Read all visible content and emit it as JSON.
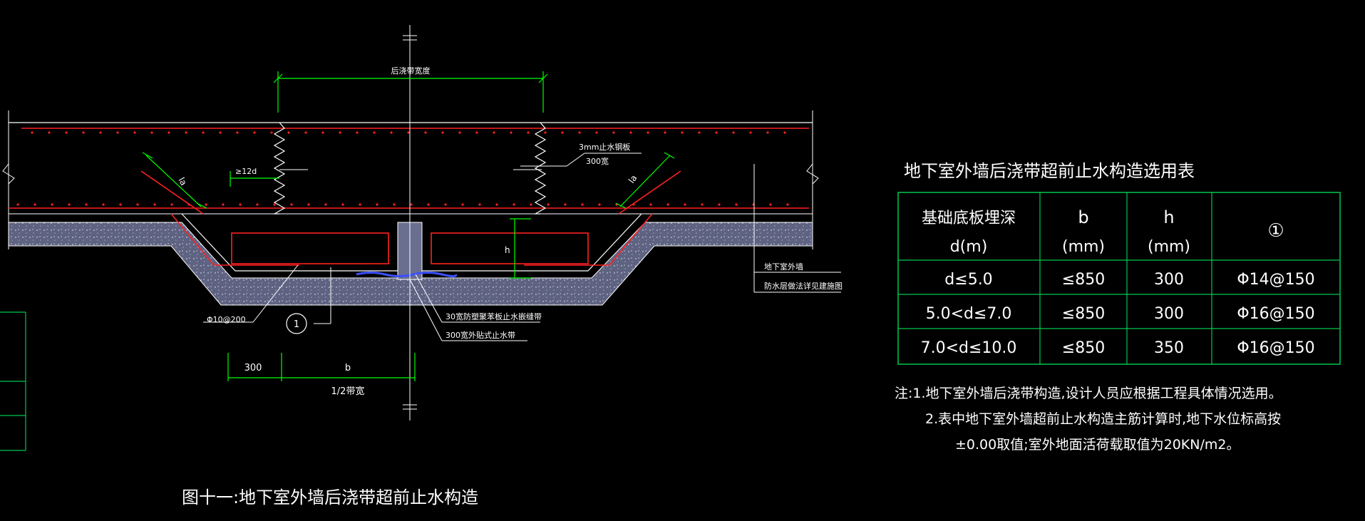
{
  "drawing": {
    "caption": "图十一:地下室外墙后浇带超前止水构造",
    "dims": {
      "top_width_label": "后浇带宽度",
      "half_band_label": "1/2带宽",
      "dim_300": "300",
      "dim_b": "b",
      "dim_h": "h",
      "la_left": "la",
      "la_right": "la"
    },
    "labels": {
      "anchor_12d": "≥12d",
      "steel_plate": "3mm止水钢板",
      "steel_plate_width": "300宽",
      "rebar_phi10": "Φ10@200",
      "marker_1": "1",
      "sealant": "30宽防塑聚苯板止水嵌缝带",
      "waterstop": "300宽外贴式止水带",
      "outer_wall": "地下室外墙",
      "waterproof_note": "防水层做法详见建施图"
    }
  },
  "table": {
    "title": "地下室外墙后浇带超前止水构造选用表",
    "headers": [
      [
        "基础底板埋深",
        "d(m)"
      ],
      [
        "b",
        "(mm)"
      ],
      [
        "h",
        "(mm)"
      ],
      [
        "①"
      ]
    ],
    "rows": [
      [
        "d≤5.0",
        "≤850",
        "300",
        "Φ14@150"
      ],
      [
        "5.0<d≤7.0",
        "≤850",
        "300",
        "Φ16@150"
      ],
      [
        "7.0<d≤10.0",
        "≤850",
        "350",
        "Φ16@150"
      ]
    ]
  },
  "notes": [
    "注:1.地下室外墙后浇带构造,设计人员应根据工程具体情况选用。",
    "2.表中地下室外墙超前止水构造主筋计算时,地下水位标高按",
    "±0.00取值;室外地面活荷载取值为20KN/m2。"
  ],
  "colors": {
    "background": "#000000",
    "outline": "#ffffff",
    "rebar": "#ff2020",
    "dimension": "#00ff00",
    "table_border": "#00c850",
    "concrete_fill": "#7a7fa0",
    "waterstop": "#3a50ff"
  }
}
